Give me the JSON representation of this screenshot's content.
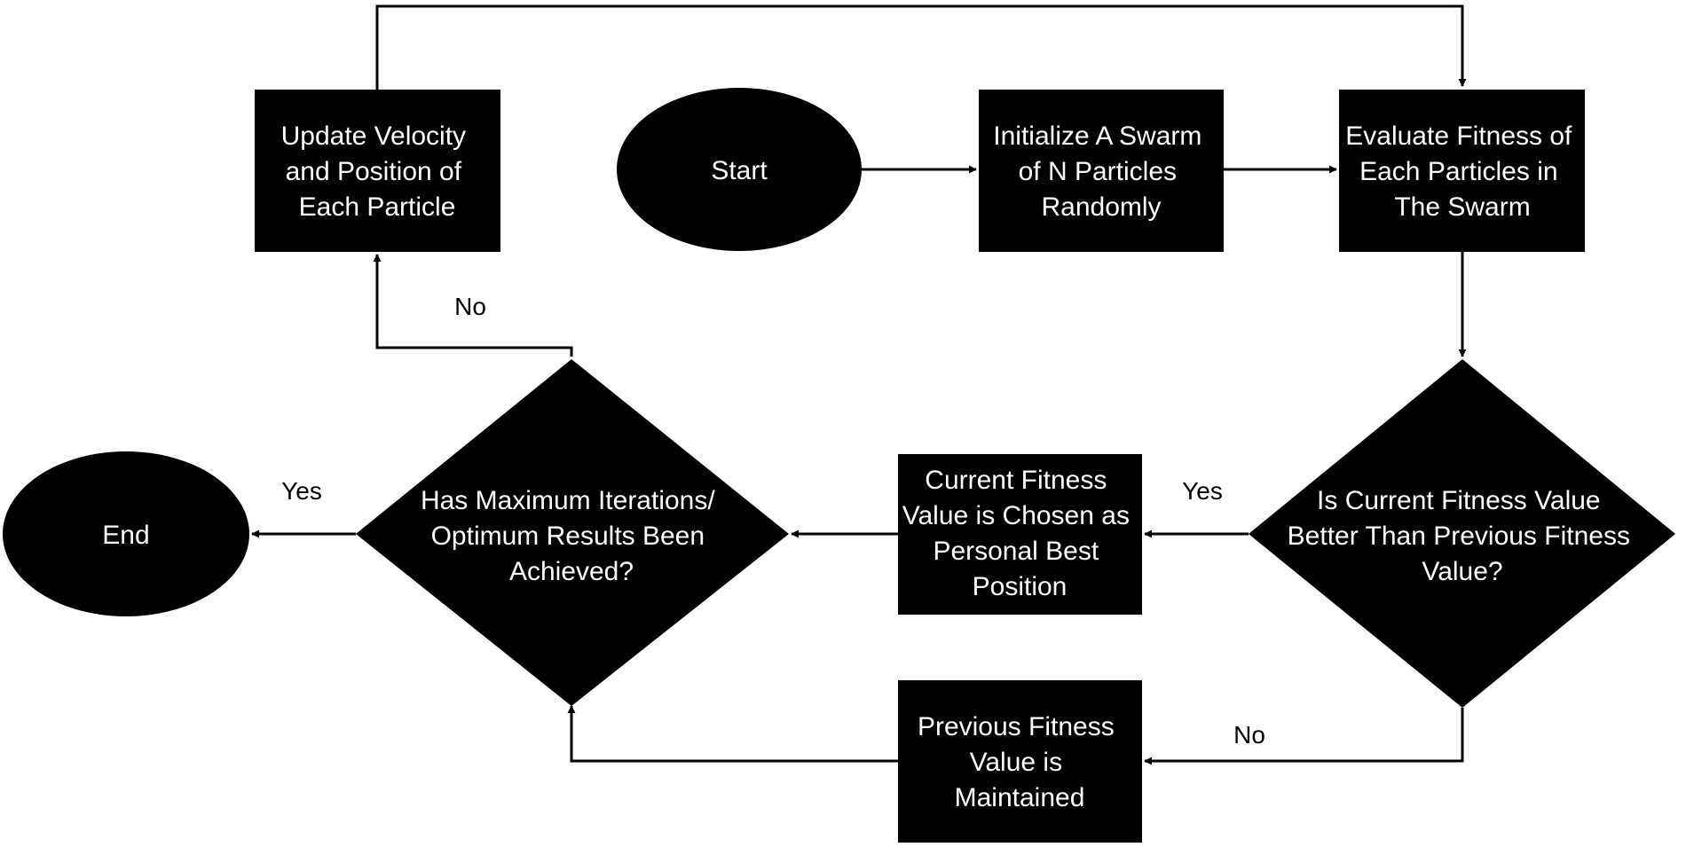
{
  "nodes": {
    "start": {
      "shape": "ellipse",
      "lines": [
        "Start"
      ]
    },
    "init_swarm": {
      "shape": "rect",
      "lines": [
        "Initialize A Swarm",
        "of N Particles",
        "Randomly"
      ]
    },
    "evaluate_fitness": {
      "shape": "rect",
      "lines": [
        "Evaluate Fitness of",
        "Each Particles in",
        "The Swarm"
      ]
    },
    "fitness_better": {
      "shape": "diamond",
      "lines": [
        "Is Current Fitness Value",
        "Better Than Previous Fitness",
        "Value?"
      ]
    },
    "personal_best": {
      "shape": "rect",
      "lines": [
        "Current Fitness",
        "Value is Chosen as",
        "Personal Best",
        "Position"
      ]
    },
    "previous_maintained": {
      "shape": "rect",
      "lines": [
        "Previous Fitness",
        "Value is",
        "Maintained"
      ]
    },
    "max_iterations": {
      "shape": "diamond",
      "lines": [
        "Has Maximum Iterations/",
        "Optimum Results Been",
        "Achieved?"
      ]
    },
    "update_velocity": {
      "shape": "rect",
      "lines": [
        "Update Velocity",
        "and Position of",
        "Each Particle"
      ]
    },
    "end": {
      "shape": "ellipse",
      "lines": [
        "End"
      ]
    }
  },
  "edges": [
    {
      "from": "start",
      "to": "init_swarm",
      "label": ""
    },
    {
      "from": "init_swarm",
      "to": "evaluate_fitness",
      "label": ""
    },
    {
      "from": "evaluate_fitness",
      "to": "fitness_better",
      "label": ""
    },
    {
      "from": "fitness_better",
      "to": "personal_best",
      "label": "Yes"
    },
    {
      "from": "fitness_better",
      "to": "previous_maintained",
      "label": "No"
    },
    {
      "from": "personal_best",
      "to": "max_iterations",
      "label": ""
    },
    {
      "from": "previous_maintained",
      "to": "max_iterations",
      "label": ""
    },
    {
      "from": "max_iterations",
      "to": "end",
      "label": "Yes"
    },
    {
      "from": "max_iterations",
      "to": "update_velocity",
      "label": "No"
    },
    {
      "from": "update_velocity",
      "to": "evaluate_fitness",
      "label": ""
    }
  ],
  "colors": {
    "shape_fill": "#000000",
    "shape_text": "#ffffff",
    "line": "#000000",
    "background": "#ffffff"
  }
}
